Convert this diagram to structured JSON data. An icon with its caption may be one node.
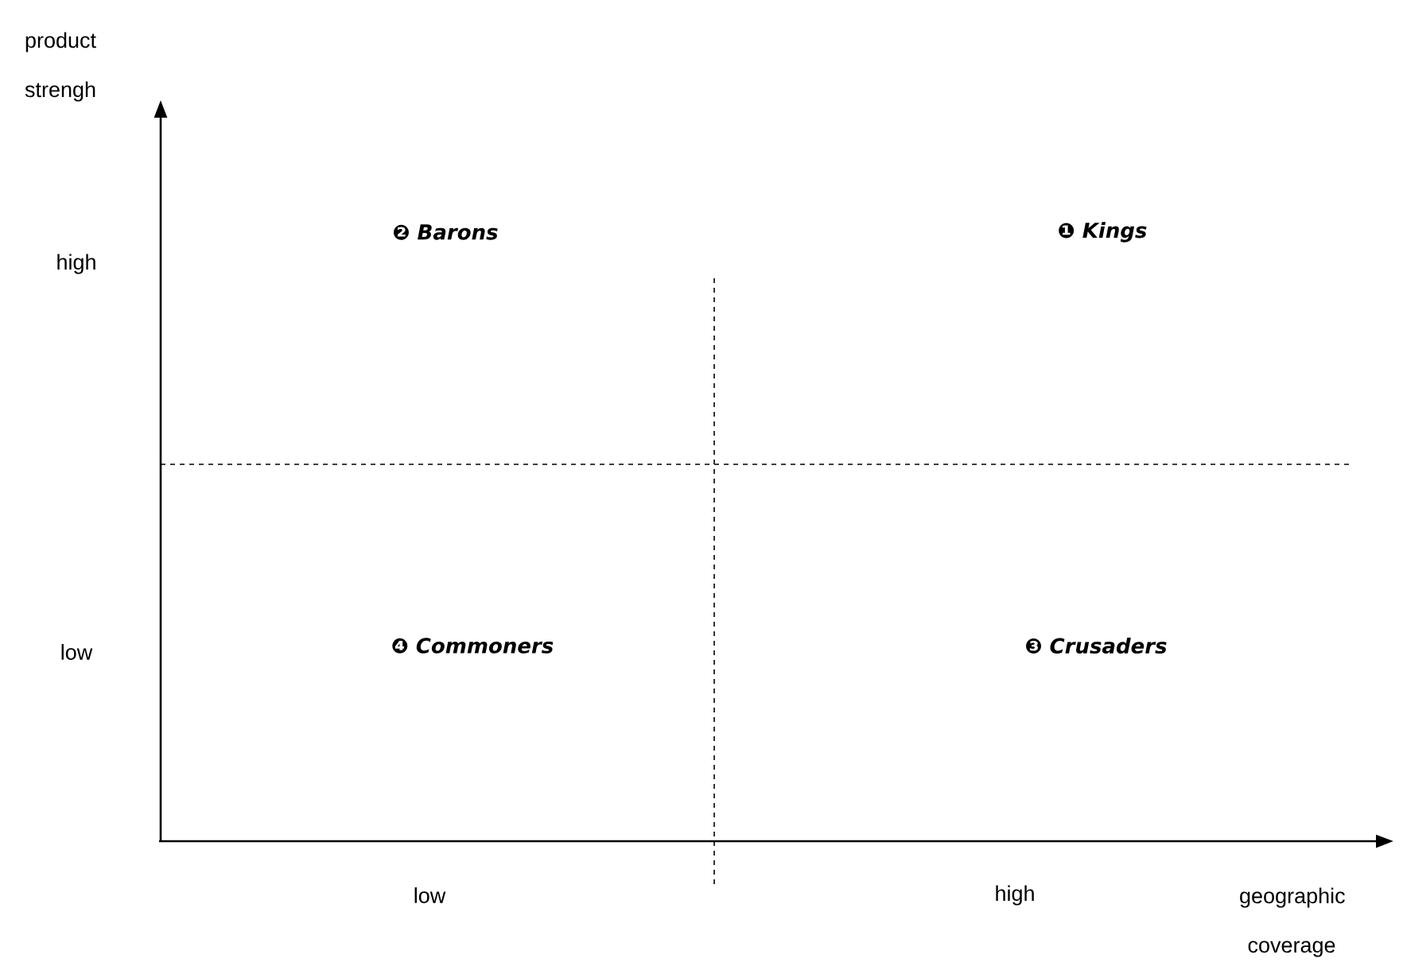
{
  "diagram": {
    "labels": [
      "product strengh",
      "high",
      "❷ *Barons*",
      "❶ *Kings*",
      "low",
      "❹ *Commoners*",
      "❸ *Crusaders*",
      "low",
      "high",
      "geographic coverage"
    ]
  }
}
